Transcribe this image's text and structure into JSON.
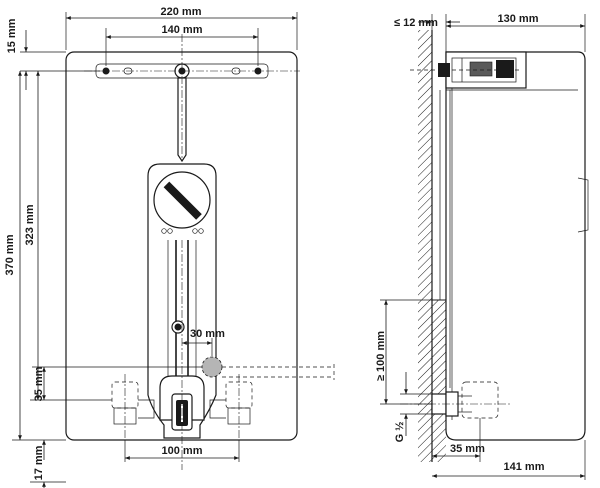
{
  "dimensions": {
    "width_220": "220 mm",
    "width_140": "140 mm",
    "height_370": "370 mm",
    "height_323": "323 mm",
    "top_15": "15 mm",
    "side_35": "35 mm",
    "bottom_17": "17 mm",
    "spacing_30": "30 mm",
    "spacing_100": "100 mm",
    "wall_12": "≤ 12 mm",
    "depth_130": "130 mm",
    "min_100": "≥ 100 mm",
    "thread_g": "G ½",
    "side_35b": "35 mm",
    "depth_141": "141 mm"
  },
  "colors": {
    "line": "#1a1a1a",
    "hatch": "#1a1a1a",
    "fitting_fill": "#b5b5b5",
    "background": "#ffffff"
  }
}
